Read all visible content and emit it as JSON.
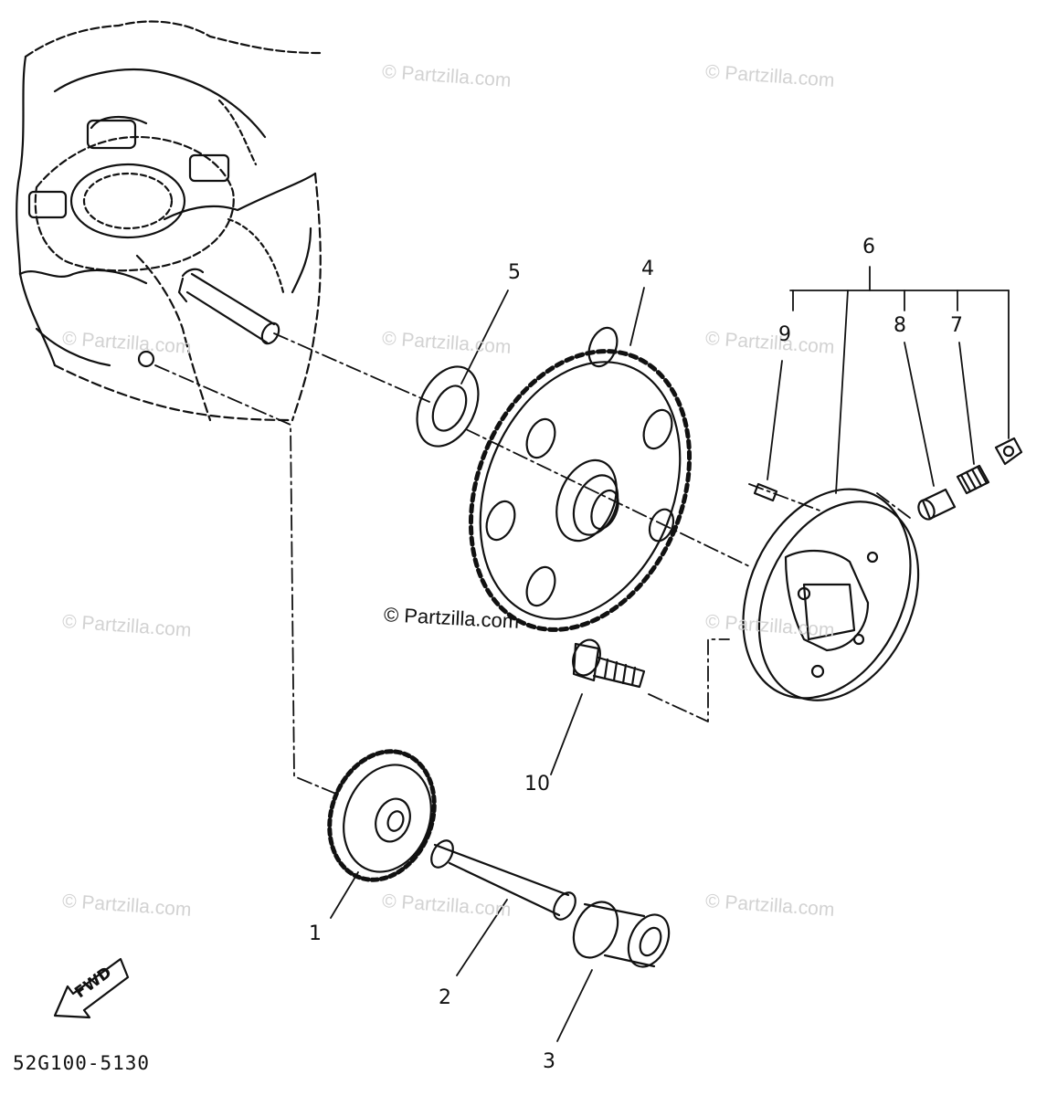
{
  "watermark": "© Partzilla.com",
  "center_watermark": "© Partzilla.com",
  "callouts": {
    "c1": "1",
    "c2": "2",
    "c3": "3",
    "c4": "4",
    "c5": "5",
    "c6": "6",
    "c7": "7",
    "c8": "8",
    "c9": "9",
    "c10": "10"
  },
  "fwd_label": "FWD",
  "diagram_code": "52G100-5130",
  "colors": {
    "ink": "#111111",
    "watermark": "#d2d2d2",
    "background": "#ffffff"
  }
}
